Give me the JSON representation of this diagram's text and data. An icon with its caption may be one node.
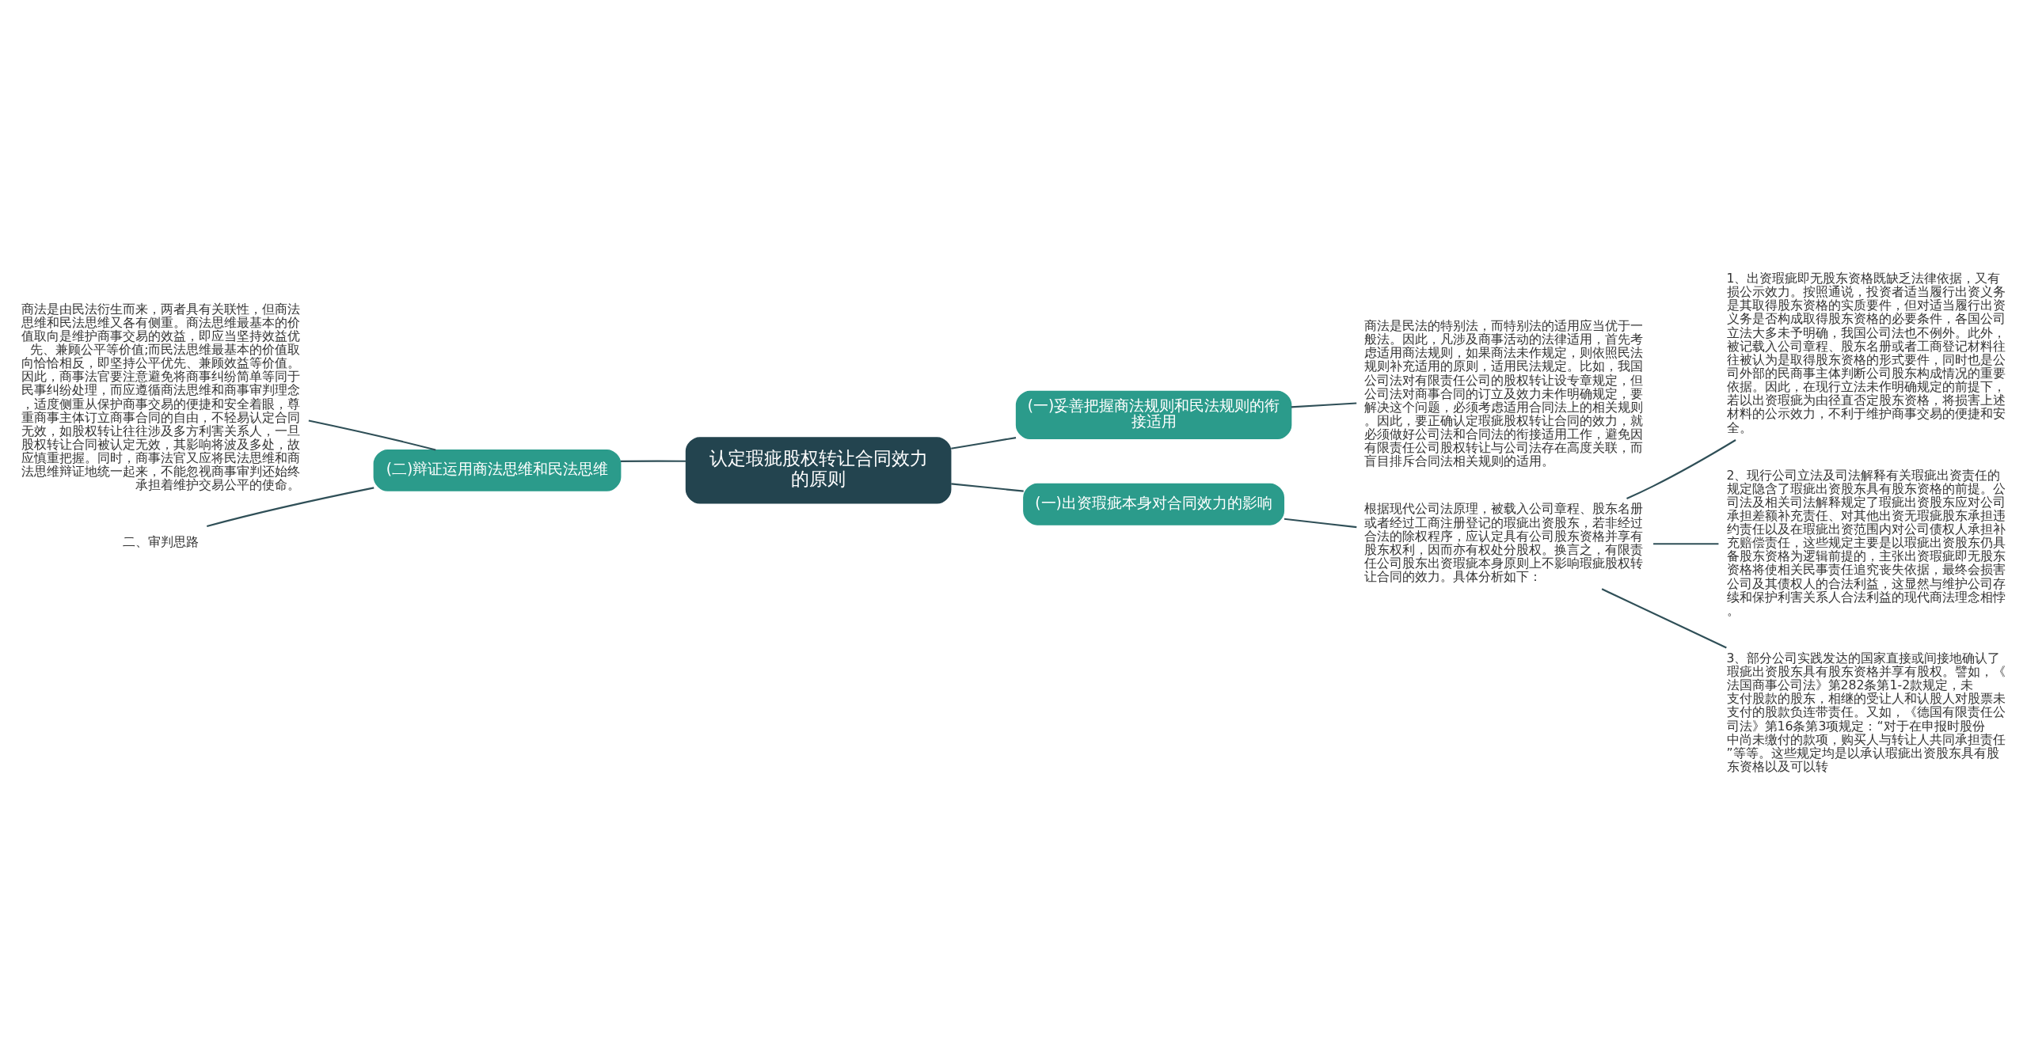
{
  "diagram": {
    "nodes": [
      {
        "text": [
          "认定瑕疵股权转让合同效力的原则"
        ]
      },
      {
        "text": [
          "(一)妥善把握商法规则和民法规则的衔接适用"
        ]
      },
      {
        "text": [
          "商法是民法的特别法，而特别法的适用应当优于一般法。因此，凡涉及商事活动的法律适用，首先考虑适用商法规则，如果商法未作规定，则依照民法规则补充适用的原则，适用民法规定。比如，我国公司法对有限责任公司的股权转让设专章规定，但公司法对商事合同的订立及效力未作明确规定，要解决这个问题，必须考虑适用合同法上的相关规则。因此，要正确认定瑕疵股权转让合同的效力，就必须做好公司法和合同法的衔接适用工作，避免因有限责任公司股权转让与公司法存在高度关联，而盲目排斥合同法相关规则的适用。"
        ]
      },
      {
        "text": [
          "(一)出资瑕疵本身对合同效力的影响"
        ]
      },
      {
        "text": [
          "根据现代公司法原理，被载入公司章程、股东名册或者经过工商注册登记的瑕疵出资股东，若非经过合法的除权程序，应认定具有公司股东资格并享有股东权利，因而亦有权处分股权。换言之，有限责任公司股东出资瑕疵本身原则上不影响瑕疵股权转让合同的效力。具体分析如下："
        ]
      },
      {
        "text": [
          "1、出资瑕疵即无股东资格既缺乏法律依据，又有损公示效力。按照通说，投资者适当履行出资义务是其取得股东资格的实质要件，但对适当履行出资义务是否构成取得股东资格的必要条件，各国公司立法大多未予明确，我国公司法也不例外。此外，被记载入公司章程、股东名册或者工商登记材料往往被认为是取得股东资格的形式要件，同时也是公司外部的民商事主体判断公司股东构成情况的重要依据。因此，在现行立法未作明确规定的前提下，若以出资瑕疵为由径直否定股东资格，将损害上述材料的公示效力，不利于维护商事交易的便捷和安全。"
        ]
      },
      {
        "text": [
          "2、现行公司立法及司法解释有关瑕疵出资责任的规定隐含了瑕疵出资股东具有股东资格的前提。公司法及相关司法解释规定了瑕疵出资股东应对公司承担差额补充责任、对其他出资无瑕疵股东承担违约责任以及在瑕疵出资范围内对公司债权人承担补充赔偿责任，这些规定主要是以瑕疵出资股东仍具备股东资格为逻辑前提的，主张出资瑕疵即无股东资格将使相关民事责任追究丧失依据，最终会损害公司及其债权人的合法利益，这显然与维护公司存续和保护利害关系人合法利益的现代商法理念相悖。"
        ]
      },
      {
        "text": [
          "3、部分公司实践发达的国家直接或间接地确认了瑕疵出资股东具有股东资格并享有股权。譬如，《法国商事公司法》第282条第1-2款规定，未支付股款的股东，相继的受让人和认股人对股票未支付的股款负连带责任。又如，《德国有限责任公司法》第16条第3项规定：“对于在申报时股份中尚未缴付的款项，购买人与转让人共同承担责任”等等。这些规定均是以承认瑕疵出资股东具有股东资格以及可以转"
        ]
      },
      {
        "text": [
          "(二)辩证运用商法思维和民法思维"
        ]
      },
      {
        "text": [
          "商法是由民法衍生而来，两者具有关联性，但商法思维和民法思维又各有侧重。商法思维最基本的价值取向是维护商事交易的效益，即应当坚持效益优先、兼顾公平等价值;而民法思维最基本的价值取向恰恰相反，即坚持公平优先、兼顾效益等价值。因此，商事法官要注意避免将商事纠纷简单等同于民事纠纷处理，而应遵循商法思维和商事审判理念，适度侧重从保护商事交易的便捷和安全着眼，尊重商事主体订立商事合同的自由，不轻易认定合同无效，如股权转让往往涉及多方利害关系人，一旦股权转让合同被认定无效，其影响将波及多处，故应慎重把握。同时，商事法官又应将民法思维和商法思维辩证地统一起来，不能忽视商事审判还始终承担着维护交易公平的使命。"
        ]
      },
      {
        "text": [
          "二、审判思路"
        ]
      }
    ],
    "edges": [
      {
        "from": 0,
        "to": 1,
        "arrow": "none"
      },
      {
        "from": 1,
        "to": 2,
        "arrow": "none"
      },
      {
        "from": 0,
        "to": 3,
        "arrow": "none"
      },
      {
        "from": 3,
        "to": 4,
        "arrow": "none"
      },
      {
        "from": 4,
        "to": 5,
        "arrow": "none"
      },
      {
        "from": 4,
        "to": 6,
        "arrow": "none"
      },
      {
        "from": 4,
        "to": 7,
        "arrow": "none"
      },
      {
        "from": 0,
        "to": 8,
        "arrow": "none"
      },
      {
        "from": 8,
        "to": 9,
        "arrow": "none"
      },
      {
        "from": 8,
        "to": 10,
        "arrow": "none"
      }
    ]
  }
}
